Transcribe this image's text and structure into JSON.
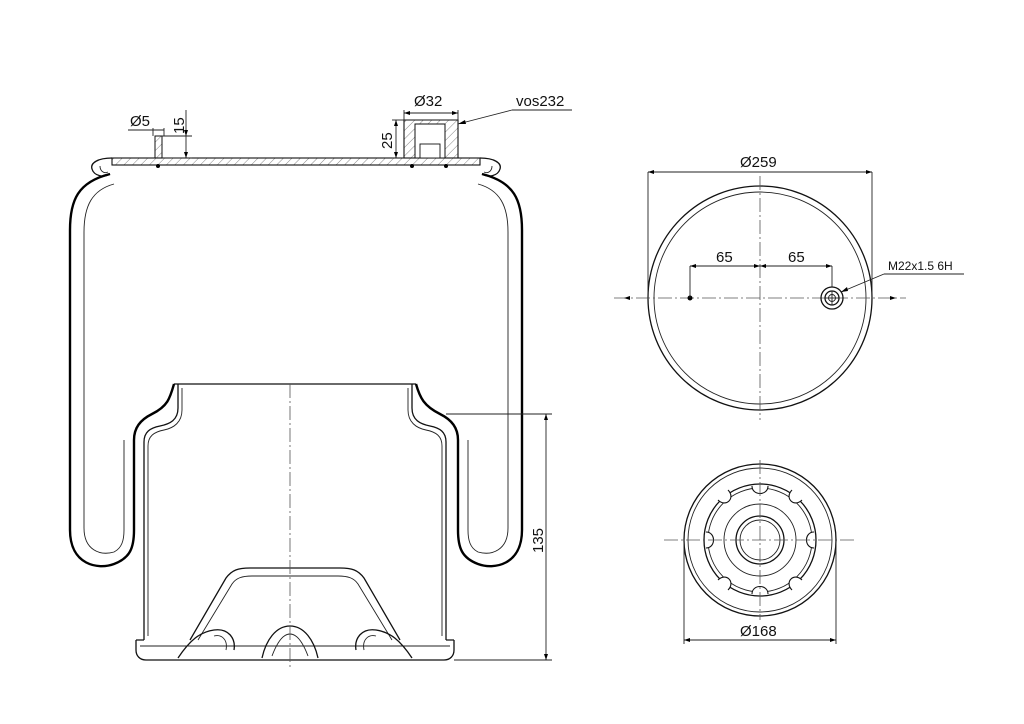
{
  "dimensions": {
    "pin_diameter": "Ø5",
    "pin_height": "15",
    "fitting_diameter": "Ø32",
    "fitting_height": "25",
    "fitting_code": "vos232",
    "piston_height": "135",
    "top_plate_diameter": "Ø259",
    "offset_left": "65",
    "offset_right": "65",
    "thread_spec": "M22x1.5 6H",
    "piston_diameter": "Ø168"
  },
  "colors": {
    "line": "#000000",
    "background": "#ffffff"
  }
}
